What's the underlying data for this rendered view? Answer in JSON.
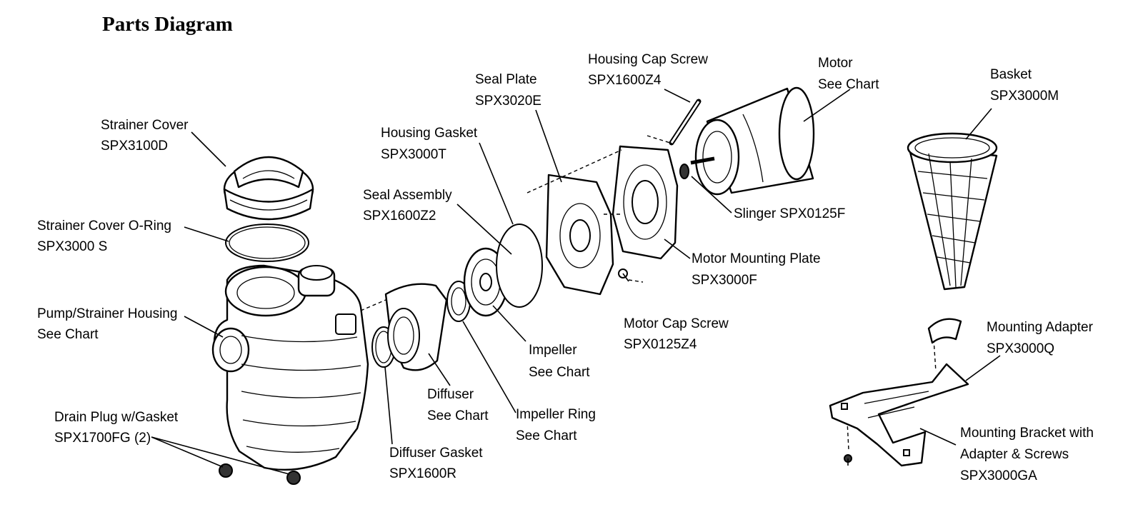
{
  "title": "Parts Diagram",
  "parts": [
    {
      "key": "strainer_cover",
      "name": "Strainer Cover",
      "part_no": "SPX3100D"
    },
    {
      "key": "strainer_oring",
      "name": "Strainer Cover O-Ring",
      "part_no": "SPX3000 S"
    },
    {
      "key": "pump_housing",
      "name": "Pump/Strainer Housing",
      "part_no": "See Chart"
    },
    {
      "key": "drain_plug",
      "name": "Drain Plug w/Gasket",
      "part_no": "SPX1700FG (2)"
    },
    {
      "key": "diffuser_gasket",
      "name": "Diffuser Gasket",
      "part_no": "SPX1600R"
    },
    {
      "key": "diffuser",
      "name": "Diffuser",
      "part_no": "See Chart"
    },
    {
      "key": "impeller_ring",
      "name": "Impeller Ring",
      "part_no": "See Chart"
    },
    {
      "key": "impeller",
      "name": "Impeller",
      "part_no": "See Chart"
    },
    {
      "key": "seal_assembly",
      "name": "Seal Assembly",
      "part_no": "SPX1600Z2"
    },
    {
      "key": "housing_gasket",
      "name": "Housing Gasket",
      "part_no": "SPX3000T"
    },
    {
      "key": "seal_plate",
      "name": "Seal Plate",
      "part_no": "SPX3020E"
    },
    {
      "key": "housing_cap_screw",
      "name": "Housing Cap Screw",
      "part_no": "SPX1600Z4"
    },
    {
      "key": "motor",
      "name": "Motor",
      "part_no": "See Chart"
    },
    {
      "key": "slinger",
      "name": "Slinger SPX0125F",
      "part_no": ""
    },
    {
      "key": "motor_mounting_plate",
      "name": "Motor Mounting Plate",
      "part_no": "SPX3000F"
    },
    {
      "key": "motor_cap_screw",
      "name": "Motor Cap Screw",
      "part_no": "SPX0125Z4"
    },
    {
      "key": "basket",
      "name": "Basket",
      "part_no": "SPX3000M"
    },
    {
      "key": "mounting_adapter",
      "name": "Mounting Adapter",
      "part_no": "SPX3000Q"
    },
    {
      "key": "mounting_bracket",
      "name": "Mounting Bracket with",
      "line2": "Adapter & Screws",
      "part_no": "SPX3000GA"
    }
  ]
}
